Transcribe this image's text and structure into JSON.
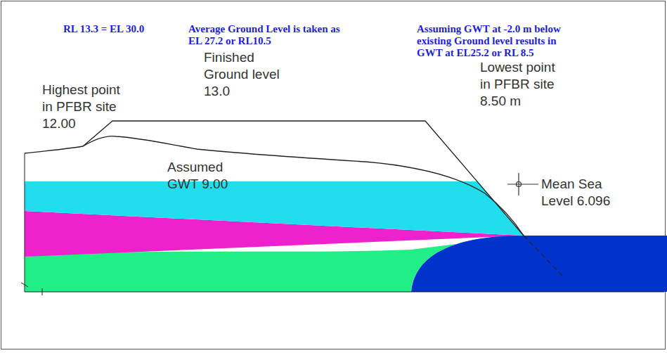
{
  "diagram": {
    "labels": [
      "RL 13.3 = EL 30.0",
      "Average Ground Level is taken as EL 27.2 or RL10.5",
      "Assuming GWT at -2.0 m below existing Ground level results in GWT at EL25.2 or RL 8.5",
      "Finished Ground level 13.0",
      "Highest point in PFBR site 12.00",
      "Lowest point in PFBR site 8.50 m",
      "Assumed GWT 9.00",
      "Mean Sea Level 6.096"
    ]
  }
}
